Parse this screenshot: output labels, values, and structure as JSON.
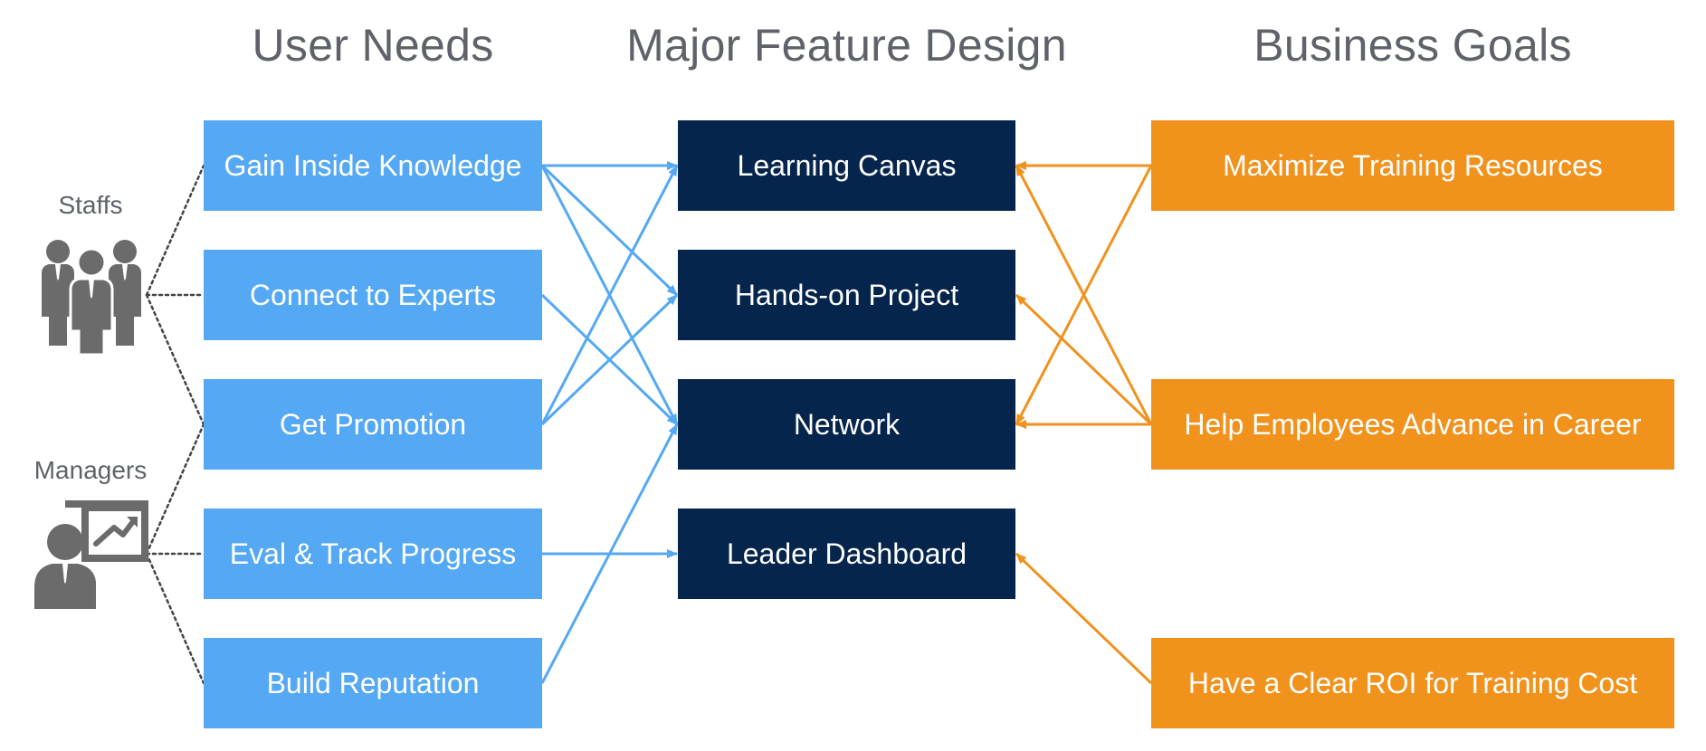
{
  "headings": {
    "user_needs": "User Needs",
    "feature_design": "Major Feature Design",
    "business_goals": "Business Goals"
  },
  "personas": {
    "staffs": {
      "label": "Staffs",
      "icon": "staff-group-icon"
    },
    "managers": {
      "label": "Managers",
      "icon": "manager-presentation-icon"
    }
  },
  "user_needs": [
    "Gain Inside Knowledge",
    "Connect to Experts",
    "Get Promotion",
    "Eval & Track Progress",
    "Build Reputation"
  ],
  "features": [
    "Learning Canvas",
    "Hands-on Project",
    "Network",
    "Leader Dashboard"
  ],
  "business_goals": [
    "Maximize Training Resources",
    "Help Employees Advance in Career",
    "Have a Clear ROI for Training Cost"
  ],
  "colors": {
    "user_need": "#55a8f3",
    "feature": "#06254d",
    "business_goal": "#f0921c",
    "heading_text": "#5f6369",
    "icon": "#6b6b6b"
  },
  "links": {
    "needs_to_features": [
      [
        "Gain Inside Knowledge",
        "Learning Canvas"
      ],
      [
        "Gain Inside Knowledge",
        "Hands-on Project"
      ],
      [
        "Gain Inside Knowledge",
        "Network"
      ],
      [
        "Connect to Experts",
        "Network"
      ],
      [
        "Get Promotion",
        "Learning Canvas"
      ],
      [
        "Get Promotion",
        "Hands-on Project"
      ],
      [
        "Eval & Track Progress",
        "Leader Dashboard"
      ],
      [
        "Build Reputation",
        "Network"
      ]
    ],
    "goals_to_features": [
      [
        "Maximize Training Resources",
        "Learning Canvas"
      ],
      [
        "Maximize Training Resources",
        "Network"
      ],
      [
        "Help Employees Advance in Career",
        "Learning Canvas"
      ],
      [
        "Help Employees Advance in Career",
        "Hands-on Project"
      ],
      [
        "Help Employees Advance in Career",
        "Network"
      ],
      [
        "Have a Clear ROI for Training Cost",
        "Leader Dashboard"
      ]
    ],
    "personas_to_needs": [
      [
        "staffs",
        "Gain Inside Knowledge"
      ],
      [
        "staffs",
        "Connect to Experts"
      ],
      [
        "staffs",
        "Get Promotion"
      ],
      [
        "managers",
        "Get Promotion"
      ],
      [
        "managers",
        "Eval & Track Progress"
      ],
      [
        "managers",
        "Build Reputation"
      ]
    ]
  }
}
